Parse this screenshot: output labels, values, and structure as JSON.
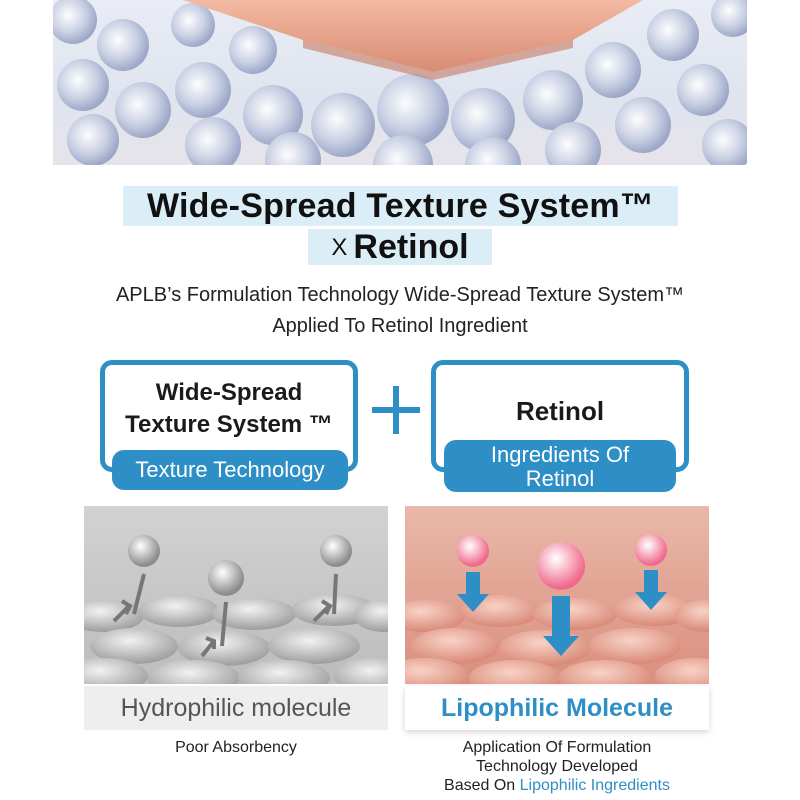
{
  "hero": {
    "icon": "skin-cells-illustration"
  },
  "title": {
    "line1": "Wide-Spread Texture System™",
    "line2_symbol": "X",
    "line2_text": "Retinol"
  },
  "subtitle": {
    "line1": "APLB’s Formulation Technology Wide-Spread Texture System™",
    "line2": "Applied To Retinol Ingredient"
  },
  "left_box": {
    "title_line1": "Wide-Spread",
    "title_line2": "Texture System ™",
    "pill": "Texture Technology"
  },
  "plus_icon": "plus-icon",
  "right_box": {
    "title": "Retinol",
    "pill_line1": "Ingredients Of",
    "pill_line2": "Retinol"
  },
  "comparison": {
    "left": {
      "label": "Hydrophilic molecule",
      "caption": "Poor Absorbency"
    },
    "right": {
      "label": "Lipophilic Molecule",
      "caption_line1": "Application Of Formulation",
      "caption_line2": "Technology Developed",
      "caption_line3_prefix": "Based On ",
      "caption_line3_highlight": "Lipophilic Ingredients"
    }
  },
  "colors": {
    "accent": "#2e8fc6",
    "highlight_bg": "#dbeef8"
  }
}
